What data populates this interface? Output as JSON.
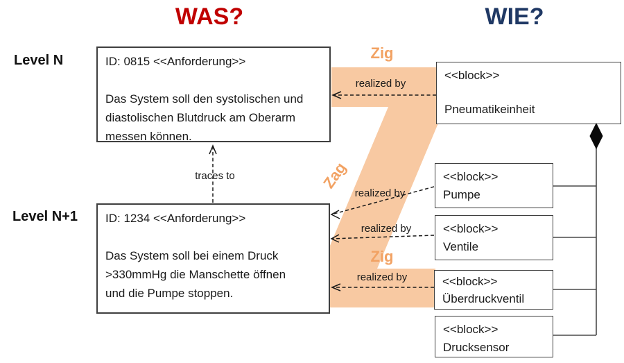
{
  "headers": {
    "was": "WAS?",
    "wie": "WIE?"
  },
  "levels": {
    "n": "Level N",
    "n1": "Level N+1"
  },
  "requirements": [
    {
      "id_line": "ID: 0815 <<Anforderung>>",
      "body": [
        "Das System soll den systolischen und",
        "diastolischen Blutdruck am Oberarm",
        "messen können."
      ]
    },
    {
      "id_line": "ID: 1234 <<Anforderung>>",
      "body": [
        "Das System soll bei einem Druck",
        ">330mmHg die Manschette öffnen",
        "und die Pumpe stoppen."
      ]
    }
  ],
  "blocks": [
    {
      "stereotype": "<<block>>",
      "name": "Pneumatikeinheit"
    },
    {
      "stereotype": "<<block>>",
      "name": "Pumpe"
    },
    {
      "stereotype": "<<block>>",
      "name": "Ventile"
    },
    {
      "stereotype": "<<block>>",
      "name": "Überdruckventil"
    },
    {
      "stereotype": "<<block>>",
      "name": "Drucksensor"
    }
  ],
  "labels": {
    "zig_top": "Zig",
    "zag": "Zag",
    "zig_bottom": "Zig",
    "traces_to": "traces to",
    "realized_by": [
      "realized by",
      "realized by",
      "realized by",
      "realized by"
    ]
  },
  "colors": {
    "was_red": "#c00000",
    "wie_blue": "#1f3864",
    "zigzag_band": "#f8c9a2",
    "zigzag_text": "#f2a263",
    "box_border": "#3f3f3f",
    "connector": "#4a4a4a",
    "text": "#1a1a1a"
  }
}
